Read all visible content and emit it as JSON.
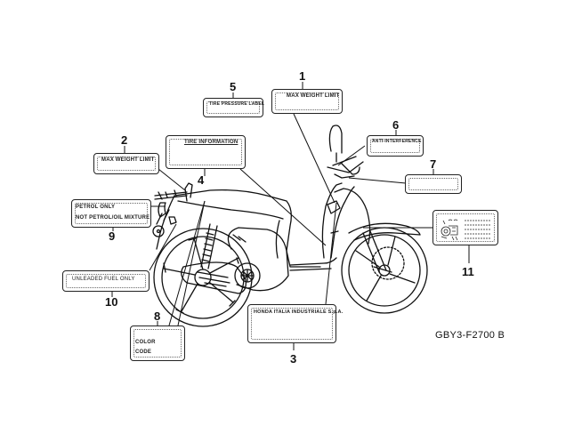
{
  "diagram": {
    "type": "parts-label-diagram",
    "subject": "scooter caution/information labels",
    "code": "GBY3-F2700 B",
    "callouts": [
      {
        "number": "1",
        "label_lines": [
          "MAX WEIGHT LIMIT"
        ]
      },
      {
        "number": "2",
        "label_lines": [
          "MAX WEIGHT LIMIT"
        ]
      },
      {
        "number": "3",
        "label_lines": [
          "HONDA ITALIA INDUSTRIALE S.p.A."
        ]
      },
      {
        "number": "4",
        "label_lines": [
          "TIRE INFORMATION"
        ]
      },
      {
        "number": "5",
        "label_lines": [
          "TIRE PRESSURE LABEL"
        ]
      },
      {
        "number": "6",
        "label_lines": [
          "ANTI-INTERFERENCE"
        ]
      },
      {
        "number": "7",
        "label_lines": []
      },
      {
        "number": "8",
        "label_lines": [
          "COLOR",
          "CODE"
        ]
      },
      {
        "number": "9",
        "label_lines": [
          "PETROL ONLY",
          "NOT PETROL/OIL MIXTURE"
        ]
      },
      {
        "number": "10",
        "label_lines": [
          "UNLEADED FUEL ONLY"
        ]
      },
      {
        "number": "11",
        "label_lines": []
      }
    ]
  }
}
